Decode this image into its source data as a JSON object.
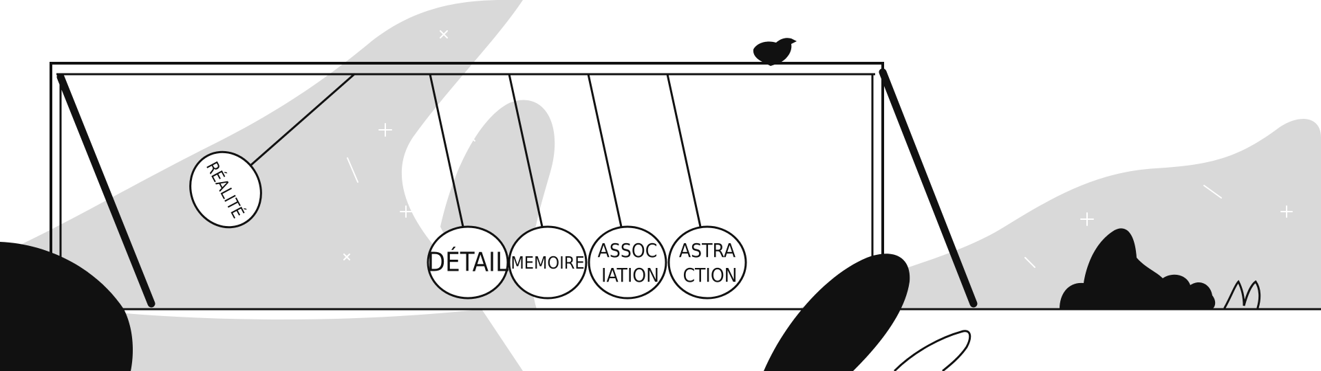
{
  "balls": [
    {
      "lines": [
        "RÉALITÉ"
      ]
    },
    {
      "lines": [
        "DÉTAIL"
      ]
    },
    {
      "lines": [
        "MEMOIRE"
      ]
    },
    {
      "lines": [
        "ASSOC",
        "IATION"
      ]
    },
    {
      "lines": [
        "ASTRA",
        "CTION"
      ]
    }
  ],
  "colors": {
    "background": "#ffffff",
    "hills": "#d9d9d9",
    "ink": "#111111",
    "ball_fill": "#ffffff"
  },
  "icons": [
    "bird-icon",
    "bush-icon",
    "grass-tuft-icon"
  ]
}
